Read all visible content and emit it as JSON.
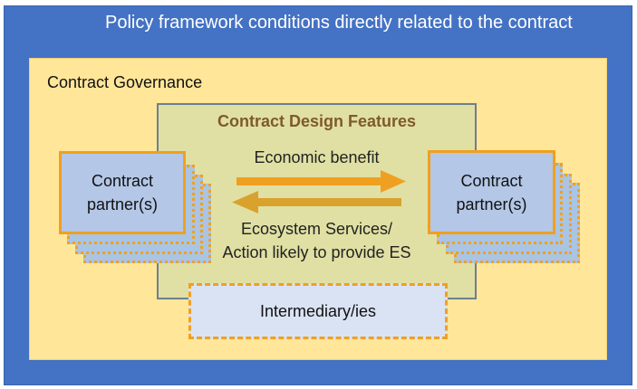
{
  "policy_framework": {
    "title": "Policy framework conditions directly related to the contract"
  },
  "governance": {
    "title": "Contract Governance"
  },
  "design_features": {
    "title": "Contract Design Features",
    "economic_benefit_label": "Economic benefit",
    "ecosystem_services_label_line1": "Ecosystem Services/",
    "ecosystem_services_label_line2": "Action likely to provide ES"
  },
  "partners": {
    "left": {
      "line1": "Contract",
      "line2": "partner(s)"
    },
    "right": {
      "line1": "Contract",
      "line2": "partner(s)"
    }
  },
  "intermediary": {
    "label": "Intermediary/ies"
  },
  "colors": {
    "policy_blue": "#4472c4",
    "governance_yellow": "#ffe699",
    "design_olive": "#e0e0a4",
    "partner_blue": "#b4c7e7",
    "accent_orange": "#f0a020",
    "arrow_back": "#d9a22c",
    "design_title_brown": "#7f5a2a"
  }
}
